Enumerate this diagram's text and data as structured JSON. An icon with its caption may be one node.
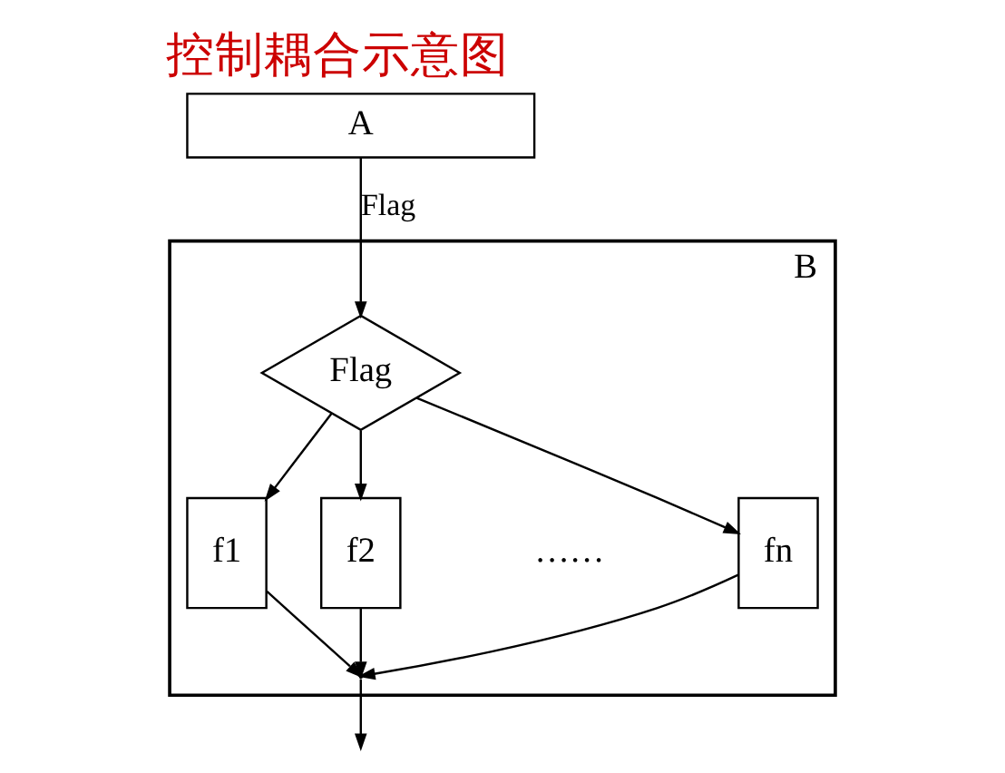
{
  "diagram": {
    "title": "控制耦合示意图",
    "nodes": [
      {
        "text": [
          "A"
        ]
      },
      {
        "text": [
          "B"
        ]
      },
      {
        "text": [
          "Flag"
        ],
        "in": 1
      },
      {
        "text": [
          "f1"
        ],
        "in": 1
      },
      {
        "text": [
          "f2"
        ],
        "in": 1
      },
      {
        "text": [
          "fn"
        ],
        "in": 1
      }
    ],
    "edges": [
      {
        "from": 0,
        "to": 2,
        "arrow": "to",
        "label": "Flag"
      },
      {
        "from": 2,
        "to": 3,
        "arrow": "to"
      },
      {
        "from": 2,
        "to": 4,
        "arrow": "to"
      },
      {
        "from": 2,
        "to": 5,
        "arrow": "to"
      },
      {
        "from": 3,
        "to": null,
        "arrow": "to"
      },
      {
        "from": 4,
        "to": null,
        "arrow": "to"
      },
      {
        "from": 5,
        "to": null,
        "arrow": "to"
      }
    ],
    "labels": [
      "……"
    ]
  }
}
